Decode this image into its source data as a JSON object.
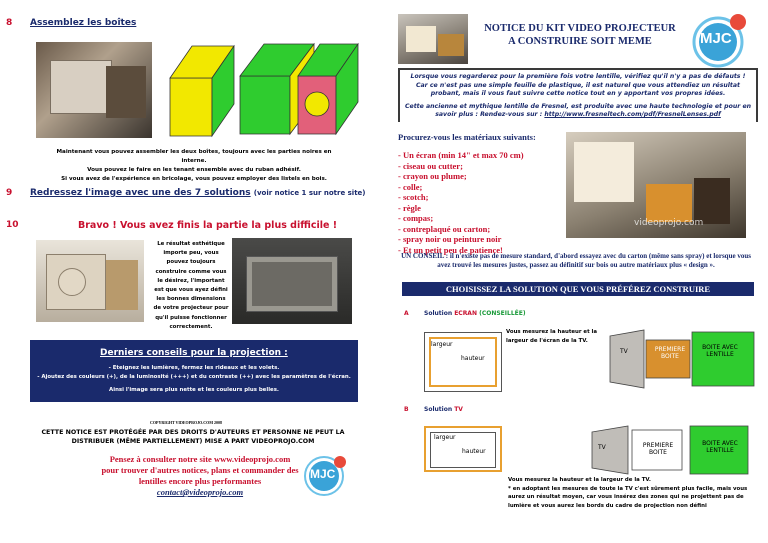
{
  "left": {
    "sec8_num": "8",
    "sec8_title": "Assemblez les boîtes",
    "assemble_text": [
      "Maintenant vous pouvez assembler les deux boîtes, toujours avec les parties noires en interne.",
      "Vous pouvez le faire en les tenant ensemble avec du ruban adhésif.",
      "Si vous avez de l'expérience en bricolage, vous pouvez employer des listels en bois."
    ],
    "sec9_num": "9",
    "sec9_title": "Redressez l'image avec une des 7 solutions",
    "sec9_note": "(voir notice 1 sur notre site)",
    "sec10_num": "10",
    "sec10_title": "Bravo ! Vous avez finis la partie la plus difficile !",
    "result_text": "Le résultat esthétique importe peu, vous pouvez toujours construire comme vous le désirez, l'important est que vous ayez défini les bonnes dimensions de votre projecteur pour qu'il puisse fonctionner correctement.",
    "advice_title": "Derniers conseils pour la projection :",
    "advice_lines": [
      "- Eteignez les lumières, fermez les rideaux et les volets.",
      "- Ajoutez des couleurs (+), de la luminosité (+++) et du contraste (++) avec les paramètres de l'écran.",
      "Ainsi l'image sera plus nette et les couleurs plus belles."
    ],
    "copyright": "COPYRIGHT VIDEOPROJO.COM 2008",
    "protected": "CETTE NOTICE EST PROTÉGÉE PAR DES DROITS D'AUTEURS ET PERSONNE NE PEUT LA DISTRIBUER (MÊME PARTIELLEMENT) MISE A PART VIDEOPROJO.COM",
    "promo": "Pensez à consulter notre site www.videoprojo.com pour trouver d'autres notices, plans et commander des lentilles encore plus performantes",
    "email": "contact@videoprojo.com"
  },
  "right": {
    "title_line1": "NOTICE DU KIT VIDEO PROJECTEUR",
    "title_line2": "A CONSTRUIRE SOIT MEME",
    "logo_text": "MJC",
    "intro1": "Lorsque vous regarderez pour la première fois votre lentille, vérifiez qu'il n'y a pas de défauts ! Car ce n'est pas une simple feuille de plastique, il est naturel que vous attendiez un résultat probant, mais il vous faut suivre cette notice tout en y apportant vos propres idées.",
    "intro2": "Cette ancienne et mythique lentille de Fresnel, est produite avec une haute technologie et pour en savoir plus : Rendez-vous sur :",
    "intro2_link": "http://www.fresneltech.com/pdf/FresnelLenses.pdf",
    "materials_title": "Procurez-vous  les matériaux suivants:",
    "materials": [
      "- Un écran (min 14\" et max 70 cm)",
      "- ciseau ou cutter;",
      "- crayon ou plume;",
      "- colle;",
      "- scotch;",
      "- règle",
      "- compas;",
      "- contreplaqué ou carton;",
      "- spray noir ou peinture noir",
      "- Et un petit peu de patience!"
    ],
    "watermark": "videoprojo.com",
    "conseil": "UN CONSEIL : il n'existe pas de mesure standard, d'abord essayez avec du carton (même sans spray) et lorsque vous avez  trouvé les mesures justes, passez au définitif sur bois ou autre matériaux plus « design ».",
    "choose_banner": "CHOISISSEZ LA SOLUTION QUE VOUS PRÉFÉREZ CONSTRUIRE",
    "optA_letter": "A",
    "optA_label": "Solution",
    "optA_ecran": "ECRAN",
    "optA_conseil": "(CONSEILLÉE)",
    "optA_desc": "Vous mesurez la hauteur et la largeur de l'écran de la TV.",
    "diag_largeur": "largeur",
    "diag_hauteur": "hauteur",
    "diag_tv": "TV",
    "diag_first": "PREMIERE BOITE",
    "diag_lens": "BOITE AVEC LENTILLE",
    "optB_letter": "B",
    "optB_label": "Solution",
    "optB_tv": "TV",
    "optB_desc": "Vous mesurez la hauteur et la largeur de la TV.",
    "optB_note": "* en adoptant les mesures de toute la TV c'est sûrement plus facile, mais vous aurez un résultat moyen, car vous insérez des zones qui ne projettent pas de lumière et vous aurez les bords du cadre de projection non défini"
  },
  "colors": {
    "accent_red": "#c8102e",
    "navy": "#1a2a6c",
    "box_yellow": "#f2e800",
    "box_green": "#2fcc2f",
    "box_pink": "#e2607a",
    "banner": "#1a2a6c",
    "diag_orange": "#e8a030"
  }
}
